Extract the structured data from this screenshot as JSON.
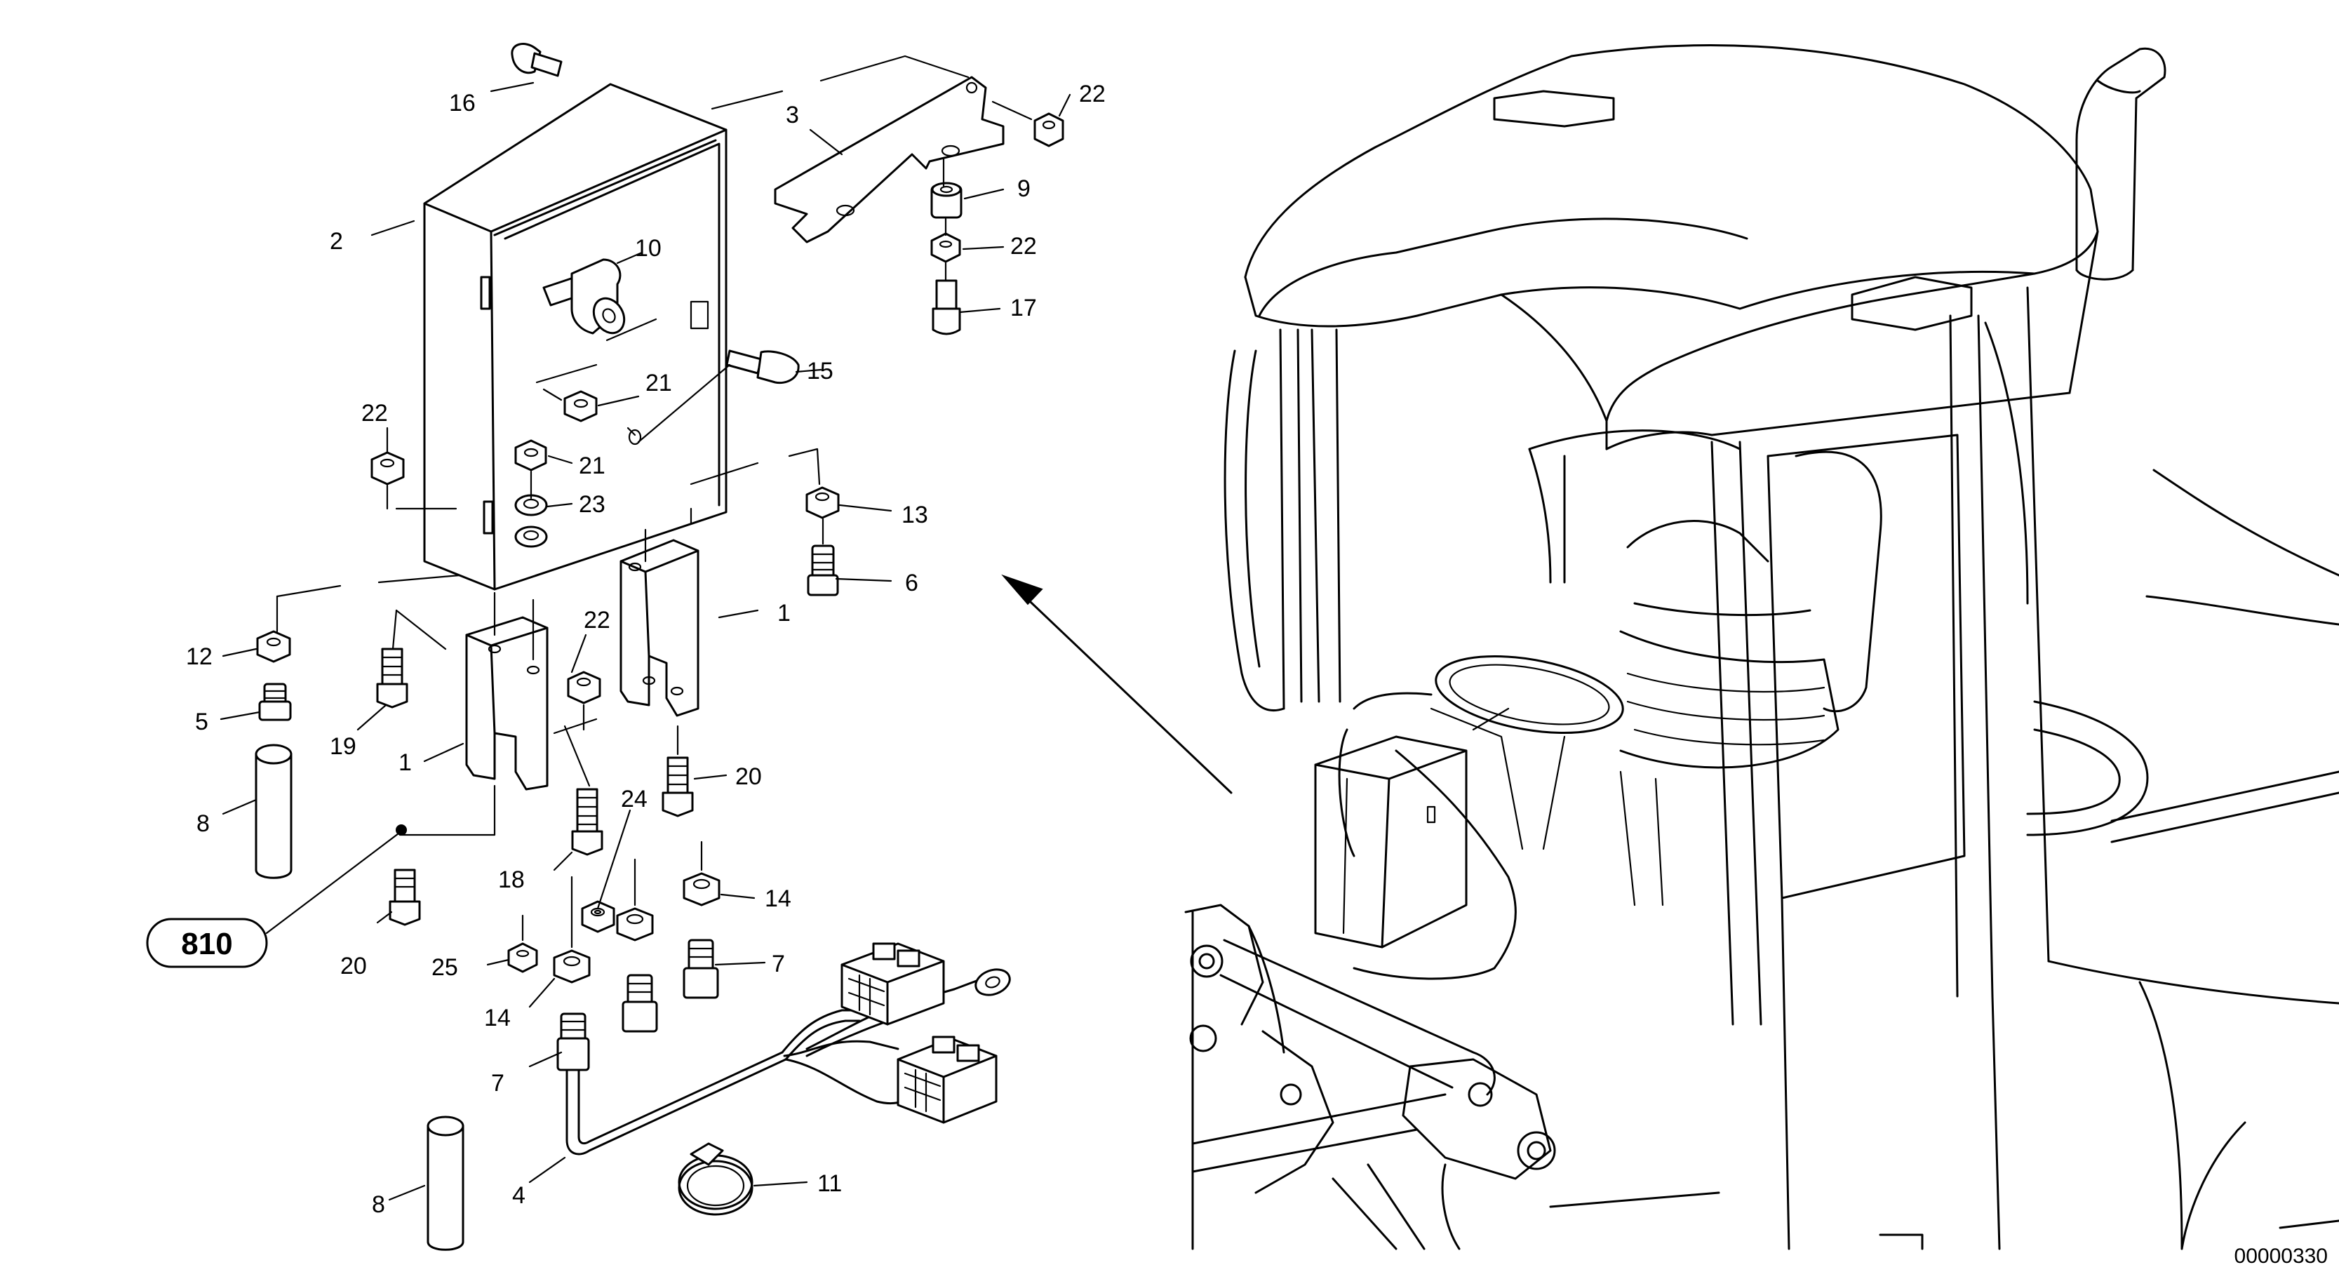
{
  "labels": {
    "l16": "16",
    "l2": "2",
    "l3": "3",
    "l22a": "22",
    "l9": "9",
    "l22b": "22",
    "l17": "17",
    "l10": "10",
    "l21a": "21",
    "l15": "15",
    "l22c": "22",
    "l21b": "21",
    "l23": "23",
    "l13": "13",
    "l6": "6",
    "l1a": "1",
    "l12": "12",
    "l22d": "22",
    "l5": "5",
    "l19": "19",
    "l1b": "1",
    "l20a": "20",
    "l8a": "8",
    "l24": "24",
    "l18": "18",
    "l14a": "14",
    "l20b": "20",
    "l25": "25",
    "l7a": "7",
    "l14b": "14",
    "l7b": "7",
    "l4": "4",
    "l11": "11",
    "l8b": "8"
  },
  "reference": "810",
  "drawing_code": "00000330"
}
